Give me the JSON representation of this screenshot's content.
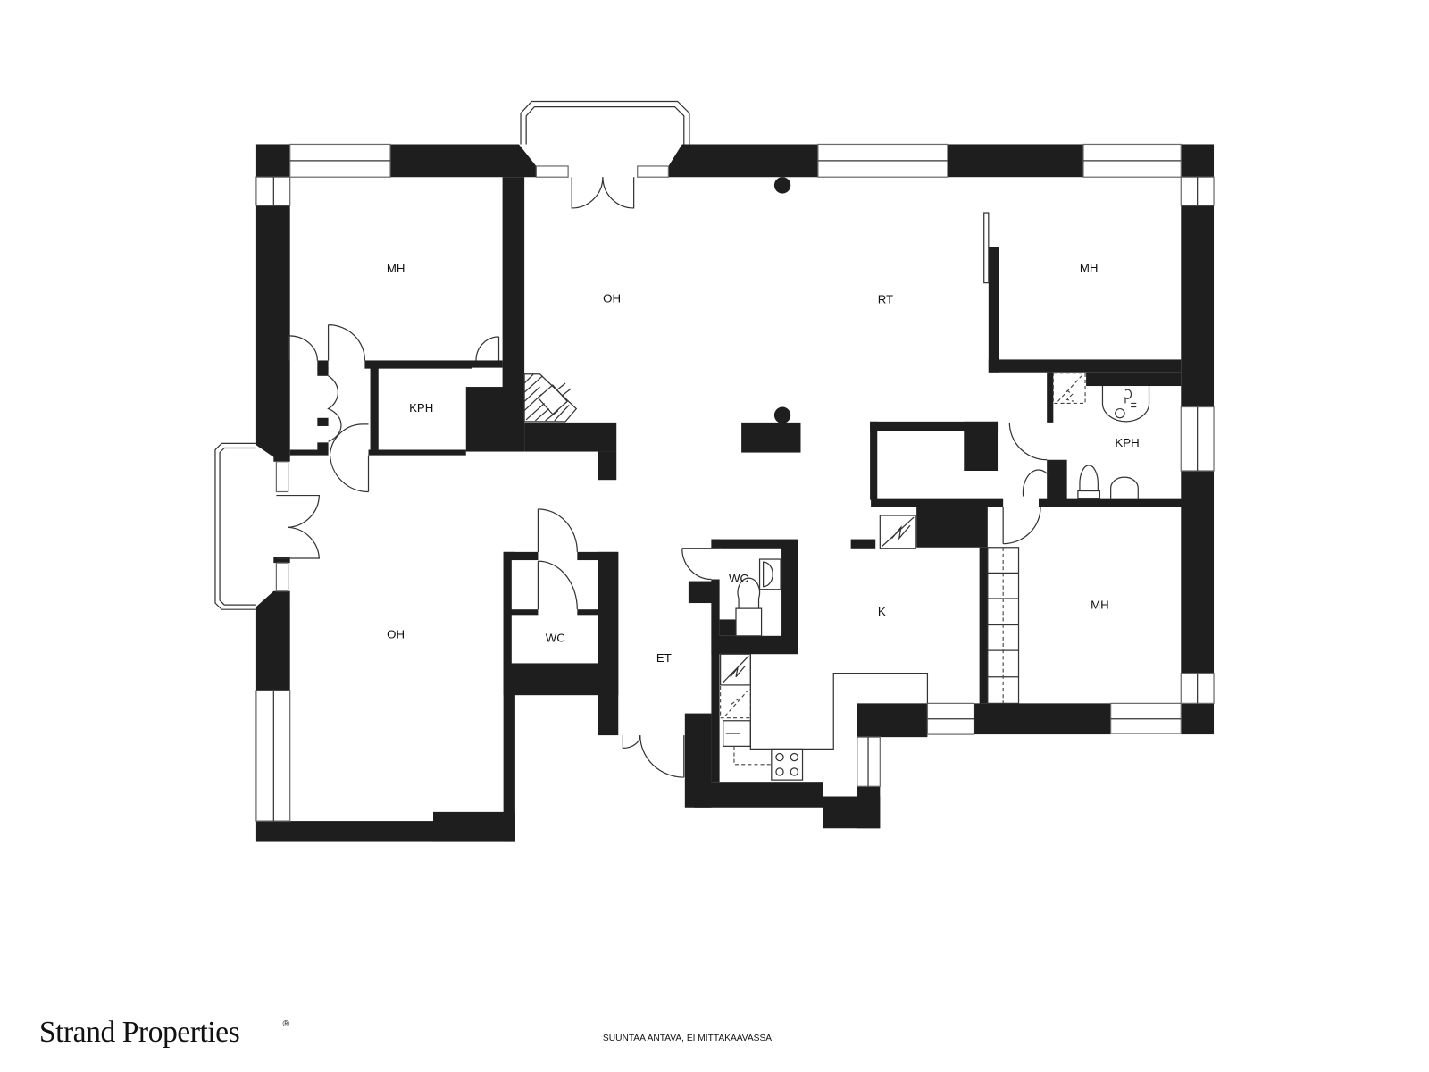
{
  "floorplan": {
    "rooms": {
      "mh_top_left": "MH",
      "oh_top": "OH",
      "rt": "RT",
      "mh_top_right": "MH",
      "kph_left": "KPH",
      "kph_right": "KPH",
      "wc_center": "WC",
      "k": "K",
      "mh_bottom_right": "MH",
      "oh_bottom": "OH",
      "wc_left": "WC",
      "et": "ET"
    },
    "wall_color": "#1e1e1e"
  },
  "footer": {
    "brand": "Strand Properties",
    "brand_mark": "®",
    "disclaimer": "SUUNTAA ANTAVA, EI MITTAKAAVASSA."
  }
}
